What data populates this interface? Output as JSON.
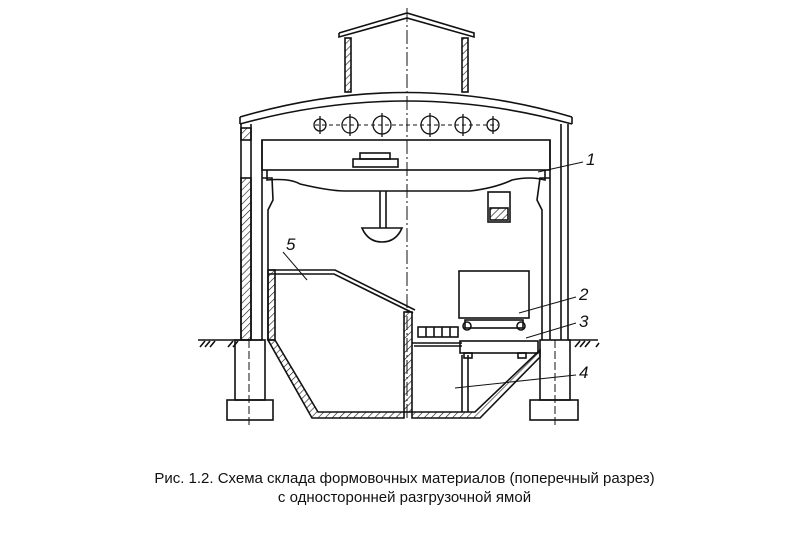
{
  "figure": {
    "caption_line1": "Рис. 1.2. Схема склада формовочных материалов (поперечный разрез)",
    "caption_line2": "с односторонней разгрузочной ямой"
  },
  "callouts": [
    {
      "id": "1",
      "label": "1"
    },
    {
      "id": "2",
      "label": "2"
    },
    {
      "id": "3",
      "label": "3"
    },
    {
      "id": "4",
      "label": "4"
    },
    {
      "id": "5",
      "label": "5"
    }
  ]
}
